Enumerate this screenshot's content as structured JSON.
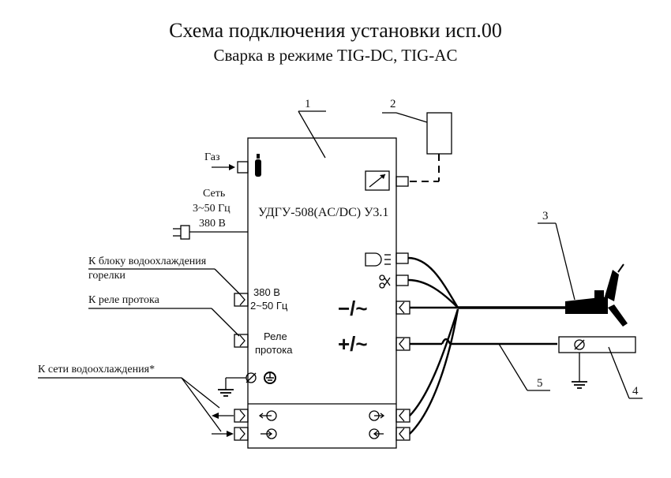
{
  "title": "Схема подключения установки исп.00",
  "subtitle": "Сварка в режиме TIG-DC, TIG-AC",
  "unit_model": "УДГУ-508(AC/DC) У3.1",
  "callouts": [
    "1",
    "2",
    "3",
    "4",
    "5"
  ],
  "labels": {
    "gas": "Газ",
    "mains_1": "Сеть",
    "mains_2": "3~50 Гц",
    "mains_3": "380 В",
    "cooling_unit_1": "К блоку водоохлаждения",
    "cooling_unit_2": "горелки",
    "flow_relay": "К реле протока",
    "water_network": "К сети водоохлаждения*"
  },
  "inner_labels": {
    "voltage_1": "380 В",
    "voltage_2": "2~50 Гц",
    "relay_1": "Реле",
    "relay_2": "протока"
  },
  "polarity": {
    "minus_ac": "−/~",
    "plus_ac": "+/~"
  },
  "icons": [
    "gas-cylinder-icon",
    "remote-control-icon",
    "plug-icon",
    "lamp-icon",
    "torch-trigger-icon",
    "ground-icon",
    "protective-earth-icon",
    "water-in-icon",
    "water-out-icon",
    "welding-torch-icon"
  ]
}
